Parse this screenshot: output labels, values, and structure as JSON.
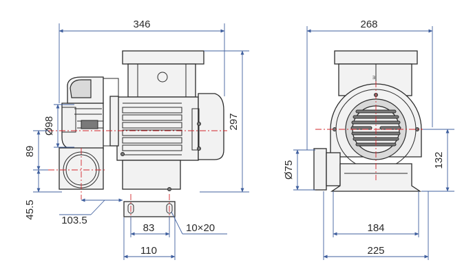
{
  "side_view": {
    "dimensions": {
      "overall_length": "346",
      "overall_height": "297",
      "inlet_diameter": "Ø98",
      "outlet_center_height": "89",
      "base_offset": "45.5",
      "outlet_offset": "103.5",
      "mount_hole_spacing": "83",
      "mount_slot": "10×20",
      "base_length": "110"
    }
  },
  "front_view": {
    "dimensions": {
      "overall_width": "268",
      "outlet_diameter": "Ø75",
      "outlet_height": "132",
      "mount_hole_spacing": "184",
      "base_width": "225"
    },
    "rotation_mark": "ᴲ"
  },
  "colors": {
    "line": "#2b2b2b",
    "dimension_line": "#3f5f9e",
    "center_line": "#d2242a",
    "fill_light": "#f2f2f2"
  }
}
